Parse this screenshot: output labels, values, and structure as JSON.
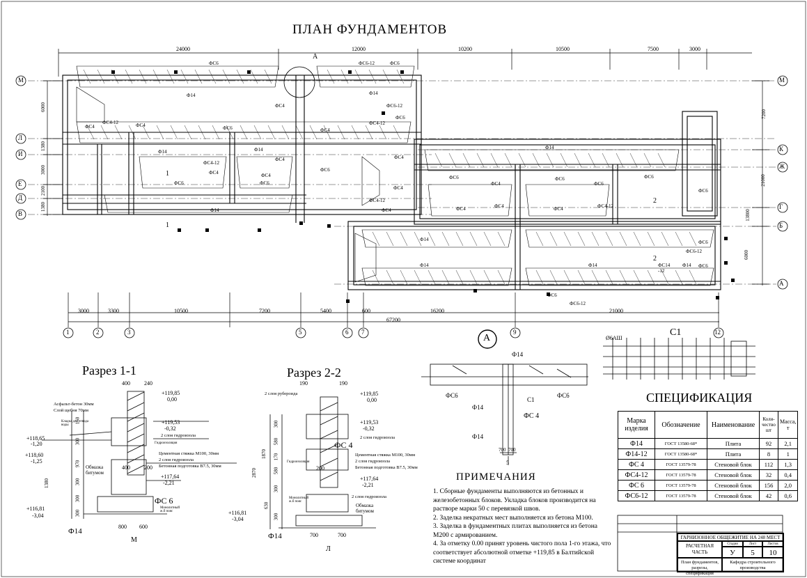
{
  "drawing_title": "ПЛАН ФУНДАМЕНТОВ",
  "plan": {
    "top_dims": [
      "24000",
      "12000",
      "10200",
      "10500",
      "7500",
      "3000"
    ],
    "bottom_dims": [
      "3000",
      "3300",
      "10500",
      "7200",
      "5400",
      "600",
      "16200",
      "21000"
    ],
    "overall_dim": "67200",
    "left_dims": [
      "6000",
      "1380",
      "3000",
      "2100",
      "1380"
    ],
    "right_dims": [
      "7200",
      "21000",
      "13800",
      "6000"
    ],
    "axes_bottom": [
      "1",
      "2",
      "3",
      "5",
      "6",
      "7",
      "9",
      "12"
    ],
    "axes_left": [
      "М",
      "Л",
      "И",
      "Е",
      "Д",
      "В"
    ],
    "axes_right": [
      "М",
      "К",
      "Ж",
      "Г",
      "Б",
      "А"
    ],
    "section_mark": "А",
    "cut_marks": [
      "1",
      "1",
      "2",
      "2"
    ],
    "labels": [
      "ФС6",
      "ФС6-12",
      "ФС6",
      "Ф14",
      "Ф14",
      "ФС4",
      "ФС4",
      "ФС4-12",
      "ФС4",
      "ФС6",
      "Ф14",
      "Ф14",
      "ФС4-12",
      "ФС4",
      "ФС4",
      "ФС6-12",
      "ФС6",
      "ФС6",
      "ФС6",
      "ФС4",
      "ФС6",
      "ФС4",
      "ФС4-12",
      "ФС4",
      "ФС4",
      "ФС6",
      "ФС6",
      "ФС4-12",
      "ФС4",
      "ФС4",
      "ФС4",
      "ФС4",
      "ФС6",
      "ФС4",
      "ФС6",
      "ФС4-12",
      "Ф14",
      "Ф14",
      "Ф14",
      "Ф14",
      "Ф14",
      "ФС6-12",
      "ФС6",
      "ФС6",
      "ФС14\n-12",
      "Ф14",
      "ФС6-12",
      "ФС6",
      "ФС6"
    ]
  },
  "section_a": {
    "circle": "А",
    "labels": [
      "Ф14",
      "ФС6",
      "ФС6",
      "С1",
      "Ф14",
      "ФС 4",
      "Ф14"
    ],
    "dims": [
      "700",
      "700"
    ],
    "axis": "5"
  },
  "c1": {
    "title": "С1",
    "bar": "Ø6АШ"
  },
  "cut11": {
    "title": "Разрез 1-1",
    "dims_top": [
      "400",
      "240"
    ],
    "dims_bottom": [
      "800",
      "600"
    ],
    "elevations": [
      "+119,85",
      "0,00",
      "+119,53",
      "-0,32",
      "+118,65",
      "-1,20",
      "+118,60",
      "-1,25",
      "+117,64",
      "-2,21",
      "+116,81",
      "-3,04"
    ],
    "notes": [
      "Асфальт-бетон 30мм",
      "Слой щебня 70мм",
      "Кладка для отвода воды",
      "Гидроизоляция",
      "Цементная стяжка М100, 30мм",
      "2 слоя гидроизола",
      "Бетонная подготовка В7.5, 30мм",
      "2 слоя гидроизола",
      "Монолитный ж.б пояс",
      "Обмазка битумом"
    ],
    "vdims": [
      "150",
      "300",
      "970",
      "1380",
      "300",
      "300",
      "300"
    ],
    "marks": [
      "ФС 6",
      "Ф14",
      "М"
    ],
    "dims_mid": [
      "400",
      "200"
    ]
  },
  "cut22": {
    "title": "Разрез 2-2",
    "dims_top": [
      "190",
      "190"
    ],
    "dims_bottom": [
      "700",
      "700"
    ],
    "elevations": [
      "+119,85",
      "0,00",
      "+119,53",
      "-0,32",
      "+117,64",
      "-2,21",
      "+116,81",
      "-3,04"
    ],
    "notes": [
      "2 слоя рубероида",
      "2 слоя гидроизола",
      "Цементная стяжка М100, 30мм",
      "2 слоя гидроизола",
      "Бетонная подготовка В7.5, 30мм",
      "Гидроизоляция",
      "2 слоя гидроизола",
      "Монолитный ж.б пояс",
      "Обмазка битумом"
    ],
    "vdims": [
      "300",
      "580",
      "170",
      "580",
      "2870",
      "1870",
      "300",
      "630",
      "300"
    ],
    "marks": [
      "ФС 4",
      "Ф14",
      "Л"
    ],
    "dims_mid": [
      "200"
    ]
  },
  "notes": {
    "title": "ПРИМЕЧАНИЯ",
    "items": [
      "1. Сборные фундаменты выполняются из бетонных и железобетонных блоков. Укладка блоков производится на растворе марки 50 с перевязкой швов.",
      "2. Заделка некратных мест выполняется из бетона М100.",
      "3. Заделка в фундаментных плитах выполняется из бетона М200 с армированием.",
      "4. За отметку 0.00 принят уровень чистого пола 1-го этажа, что соответствует абсолютной отметке +119,85 в Балтийской системе координат"
    ]
  },
  "spec": {
    "title": "СПЕЦИФИКАЦИЯ",
    "headers": [
      "Марка изделия",
      "Обозначение",
      "Наименование",
      "Коли-чество шт",
      "Масса, т"
    ],
    "rows": [
      [
        "Ф14",
        "ГОСТ 13580-68*",
        "Плита",
        "92",
        "2,1"
      ],
      [
        "Ф14-12",
        "ГОСТ 13580-68*",
        "Плита",
        "8",
        "1"
      ],
      [
        "ФС 4",
        "ГОСТ 13579-78",
        "Стеновой блок",
        "112",
        "1,3"
      ],
      [
        "ФС4-12",
        "ГОСТ 13579-78",
        "Стеновой блок",
        "32",
        "0,4"
      ],
      [
        "ФС 6",
        "ГОСТ 13579-78",
        "Стеновой блок",
        "156",
        "2,0"
      ],
      [
        "ФС6-12",
        "ГОСТ 13579-78",
        "Стеновой блок",
        "42",
        "0,6"
      ]
    ]
  },
  "title_block": {
    "project": "ГАРНИЗОННОЕ ОБЩЕЖИТИЕ НА 248 МЕСТ",
    "part": "РАСЧЕТНАЯ ЧАСТЬ",
    "stage_h": "Стадия",
    "sheet_h": "Лист",
    "sheets_h": "Листов",
    "stage": "У",
    "sheet": "5",
    "sheets": "10",
    "content": "План фундаментов, разрезы, спецификация",
    "org": "Кафедра строительного производства"
  }
}
